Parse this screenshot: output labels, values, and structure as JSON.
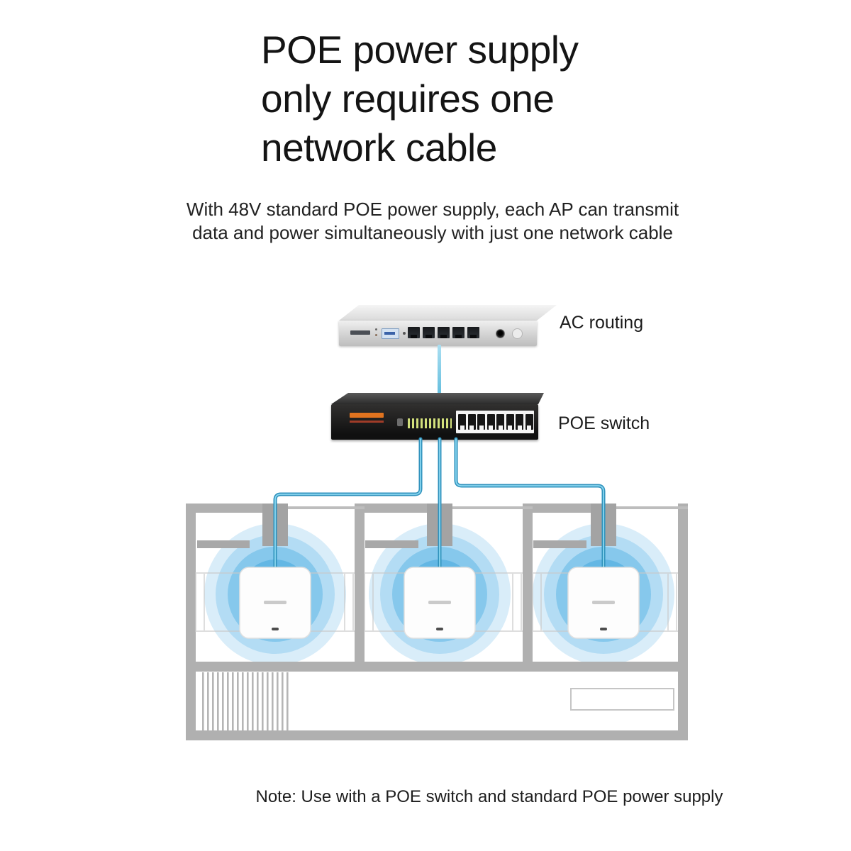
{
  "title": {
    "line1": "POE power supply",
    "line2": "only requires one",
    "line3": "network cable"
  },
  "subtitle": {
    "line1": "With 48V standard POE power supply, each AP can transmit",
    "line2": "data and power simultaneously with just one network cable"
  },
  "diagram": {
    "devices": {
      "ac_router": {
        "label": "AC routing",
        "port_count": 5
      },
      "poe_switch": {
        "label": "POE switch",
        "port_count": 8
      },
      "access_points": {
        "count": 3
      }
    },
    "colors": {
      "cable": "#3092bc",
      "cable_highlight": "#8ad6f0",
      "wall": "#b0b0b0",
      "wifi_rings": [
        "#d9edf9",
        "#b3dcf4",
        "#86c8ec",
        "#63b7e4"
      ]
    }
  },
  "note": "Note: Use with a POE switch and standard POE power supply"
}
